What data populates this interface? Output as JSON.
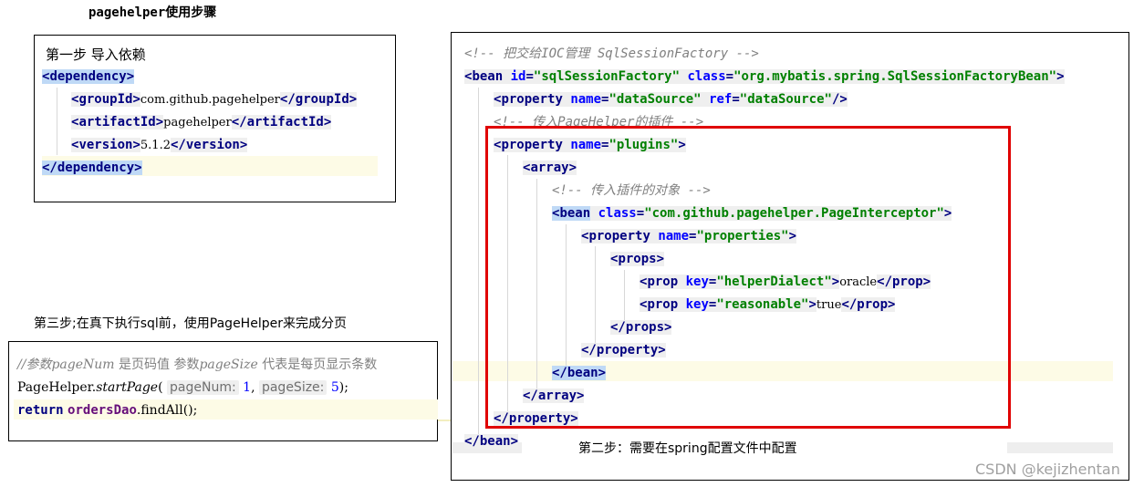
{
  "title": "pagehelper使用步骤",
  "step1": {
    "heading": "第一步  导入依赖",
    "lines": {
      "dep_open": "dependency",
      "gid_tag": "groupId",
      "gid_val": "com.github.pagehelper",
      "aid_tag": "artifactId",
      "aid_val": "pagehelper",
      "ver_tag": "version",
      "ver_val": "5.1.2",
      "dep_close": "dependency"
    }
  },
  "step3": {
    "heading": "第三步;在真下执行sql前，使用PageHelper来完成分页",
    "comment_a": "//参数",
    "comment_b": "pageNum",
    "comment_c": " 是页码值    参数",
    "comment_d": "pageSize",
    "comment_e": " 代表是每页显示条数",
    "call_a": "PageHelper.",
    "call_b": "startPage",
    "call_c": "(",
    "hint1": "pageNum:",
    "arg1": "1",
    "hint2": "pageSize:",
    "arg2": "5",
    "call_d": ");",
    "ret_kw": "return",
    "ret_field": "ordersDao",
    "ret_rest": ".findAll();"
  },
  "step2": {
    "caption": "第二步：需要在spring配置文件中配置",
    "c1": "<!-- 把交给IOC管理 SqlSessionFactory -->",
    "bean": "bean",
    "id_attr": "id",
    "id_val": "\"sqlSessionFactory\"",
    "class_attr": "class",
    "class_val": "\"org.mybatis.spring.SqlSessionFactoryBean\"",
    "property": "property",
    "name_attr": "name",
    "ds_val": "\"dataSource\"",
    "ref_attr": "ref",
    "ref_val": "\"dataSource\"",
    "c2": "<!-- 传入PageHelper的插件 -->",
    "plugins_val": "\"plugins\"",
    "array": "array",
    "c3": "<!-- 传入插件的对象 -->",
    "pi_val": "\"com.github.pagehelper.PageInterceptor\"",
    "properties_val": "\"properties\"",
    "props": "props",
    "prop": "prop",
    "key_attr": "key",
    "k1": "\"helperDialect\"",
    "v1": "oracle",
    "k2": "\"reasonable\"",
    "v2": "true"
  },
  "watermark": "CSDN @kejizhentan",
  "colors": {
    "highlight_box": "#e00000",
    "selection": "#bfd9f6",
    "tag_bg": "#efefef"
  }
}
